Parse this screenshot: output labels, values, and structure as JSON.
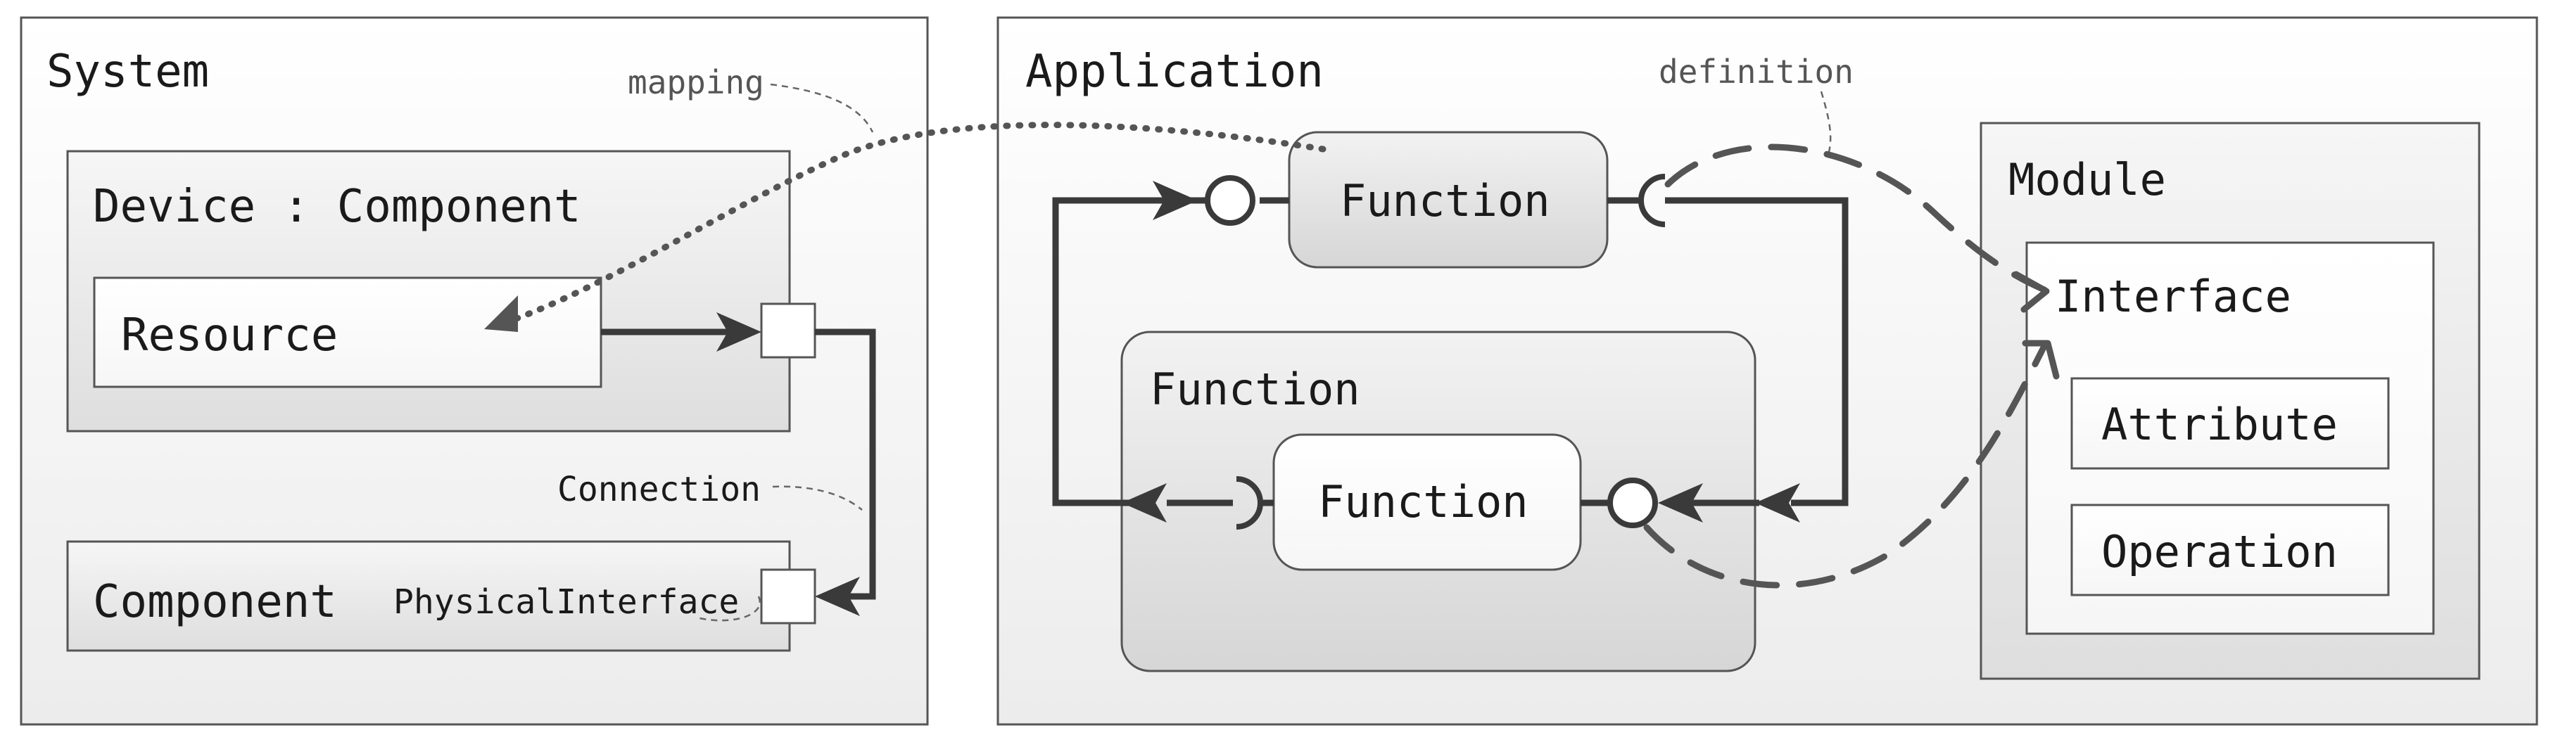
{
  "diagram": {
    "system": {
      "title": "System",
      "device_component": {
        "title": "Device : Component",
        "resource_label": "Resource"
      },
      "component": {
        "title": "Component",
        "physical_interface_label": "PhysicalInterface"
      },
      "mapping_label": "mapping",
      "connection_label": "Connection"
    },
    "application": {
      "title": "Application",
      "top_function_label": "Function",
      "container_function_label": "Function",
      "inner_function_label": "Function",
      "definition_label": "definition",
      "module": {
        "title": "Module",
        "interface": {
          "title": "Interface",
          "attribute_label": "Attribute",
          "operation_label": "Operation"
        }
      }
    },
    "colors": {
      "frame_stroke": "#555555",
      "line_color": "#3a3a3a",
      "dashed_color": "#555555",
      "gradient_light": "#ffffff",
      "gradient_dark": "#e2e2e2"
    }
  }
}
